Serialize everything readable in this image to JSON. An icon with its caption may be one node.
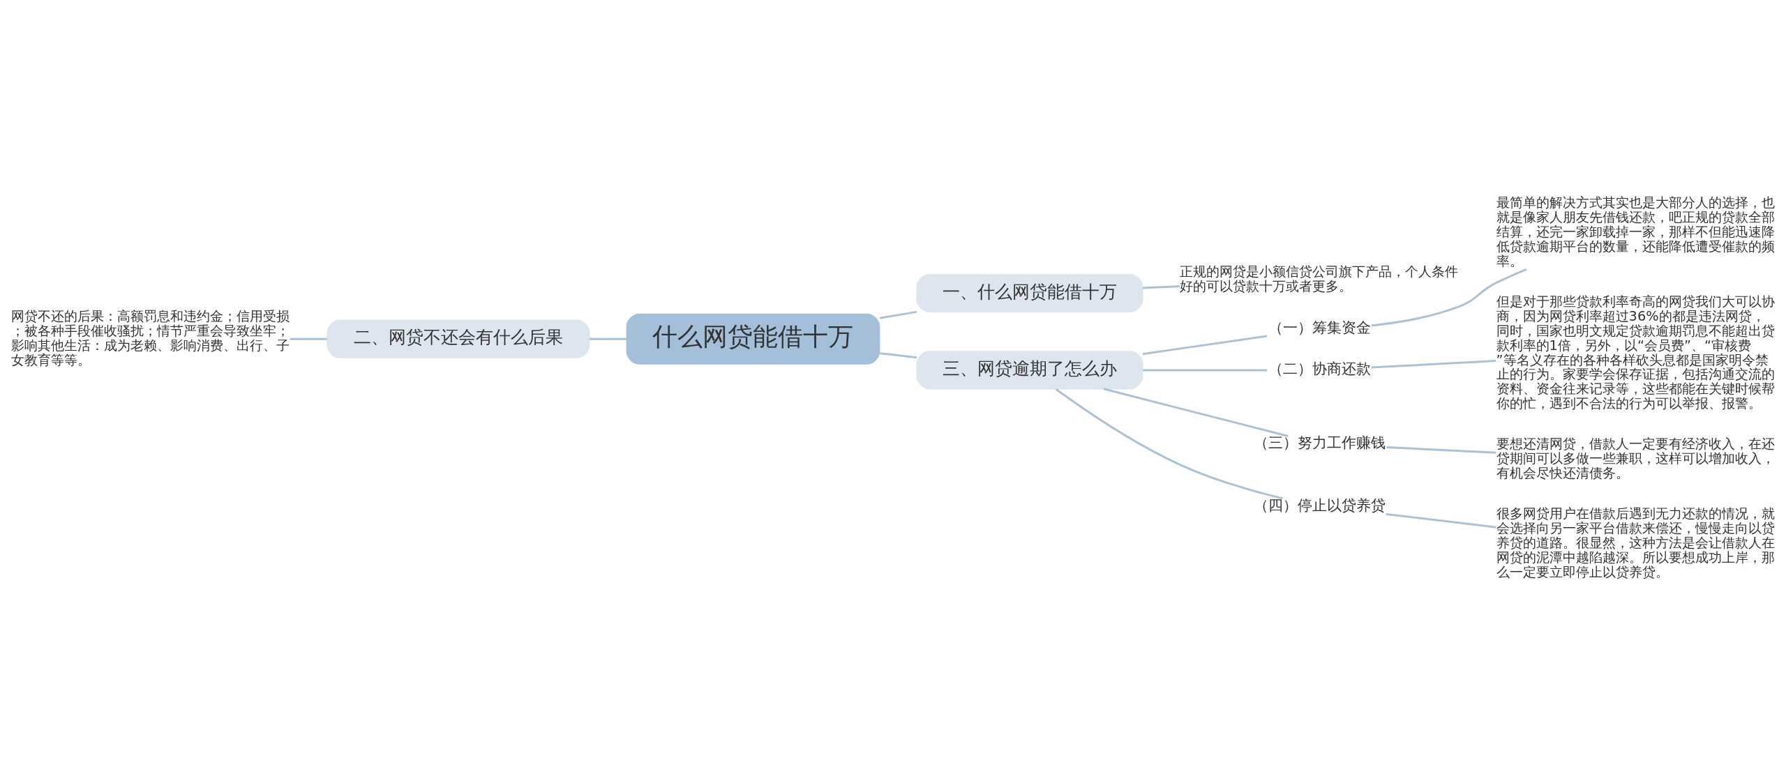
{
  "diagram": {
    "nodes": [
      {
        "text": [
          "什么网贷能借十万"
        ]
      },
      {
        "text": [
          "一、什么网贷能借十万"
        ]
      },
      {
        "text": [
          "正规的网贷是小额信贷公司旗下产品，个人条件好的可以贷款十万或者更多。"
        ]
      },
      {
        "text": [
          "二、网贷不还会有什么后果"
        ]
      },
      {
        "text": [
          "网贷不还的后果：高额罚息和违约金；信用受损；被各种手段催收骚扰；情节严重会导致坐牢；影响其他生活：成为老赖、影响消费、出行、子女教育等等。"
        ]
      },
      {
        "text": [
          "三、网贷逾期了怎么办"
        ]
      },
      {
        "text": [
          "（一）筹集资金"
        ]
      },
      {
        "text": [
          "最简单的解决方式其实也是大部分人的选择，也就是像家人朋友先借钱还款，吧正规的贷款全部结算，还完一家卸载掉一家，那样不但能迅速降低贷款逾期平台的数量，还能降低遭受催款的频率。"
        ]
      },
      {
        "text": [
          "（二）协商还款"
        ]
      },
      {
        "text": [
          "但是对于那些贷款利率奇高的网贷我们大可以协商，因为网贷利率超过36%的都是违法网贷，同时，国家也明文规定贷款逾期罚息不能超出贷款利率的1倍，另外，以“会员费”、“审核费”等名义存在的各种各样砍头息都是国家明令禁止的行为。家要学会保存证据，包括沟通交流的资料、资金往来记录等，这些都能在关键时候帮你的忙，遇到不合法的行为可以举报、报警。"
        ]
      },
      {
        "text": [
          "（三）努力工作赚钱"
        ]
      },
      {
        "text": [
          "要想还清网贷，借款人一定要有经济收入，在还贷期间可以多做一些兼职，这样可以增加收入，有机会尽快还清债务。"
        ]
      },
      {
        "text": [
          "（四）停止以贷养贷"
        ]
      },
      {
        "text": [
          "很多网贷用户在借款后遇到无力还款的情况，就会选择向另一家平台借款来偿还，慢慢走向以贷养贷的道路。很显然，这种方法是会让借款人在网贷的泥潭中越陷越深。所以要想成功上岸，那么一定要立即停止以贷养贷。"
        ]
      }
    ],
    "edges": [
      {
        "from": 0,
        "to": 1,
        "arrow": "none"
      },
      {
        "from": 1,
        "to": 2,
        "arrow": "none"
      },
      {
        "from": 0,
        "to": 3,
        "arrow": "none"
      },
      {
        "from": 3,
        "to": 4,
        "arrow": "none"
      },
      {
        "from": 0,
        "to": 5,
        "arrow": "none"
      },
      {
        "from": 5,
        "to": 6,
        "arrow": "none"
      },
      {
        "from": 6,
        "to": 7,
        "arrow": "none"
      },
      {
        "from": 5,
        "to": 8,
        "arrow": "none"
      },
      {
        "from": 8,
        "to": 9,
        "arrow": "none"
      },
      {
        "from": 5,
        "to": 10,
        "arrow": "none"
      },
      {
        "from": 10,
        "to": 11,
        "arrow": "none"
      },
      {
        "from": 5,
        "to": 12,
        "arrow": "none"
      },
      {
        "from": 12,
        "to": 13,
        "arrow": "none"
      }
    ]
  }
}
